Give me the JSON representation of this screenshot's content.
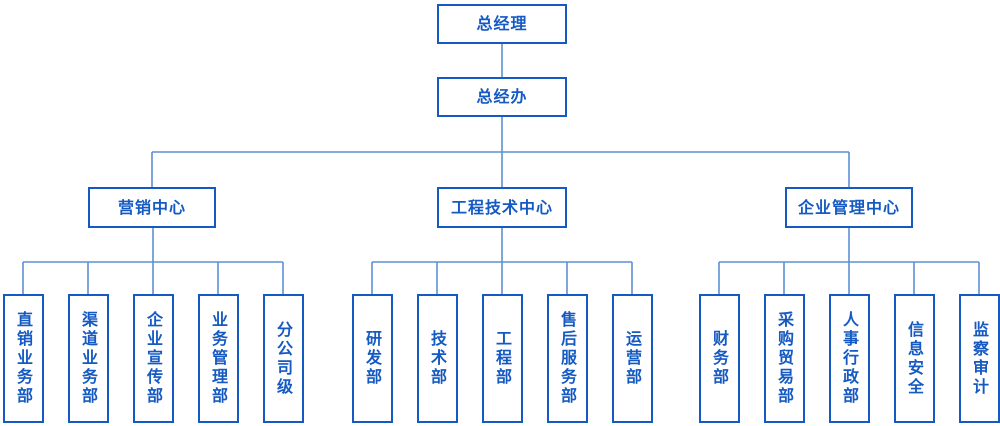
{
  "org_chart": {
    "root": "总经理",
    "office": "总经办",
    "centers": [
      {
        "name": "营销中心",
        "departments": [
          "直销业务部",
          "渠道业务部",
          "企业宣传部",
          "业务管理部",
          "分公司级"
        ]
      },
      {
        "name": "工程技术中心",
        "departments": [
          "研发部",
          "技术部",
          "工程部",
          "售后服务部",
          "运营部"
        ]
      },
      {
        "name": "企业管理中心",
        "departments": [
          "财务部",
          "采购贸易部",
          "人事行政部",
          "信息安全",
          "监察审计"
        ]
      }
    ]
  },
  "colors": {
    "node_border": "#155ac2",
    "node_text": "#155ac2",
    "connector": "#5d91d4",
    "background": "#ffffff"
  }
}
